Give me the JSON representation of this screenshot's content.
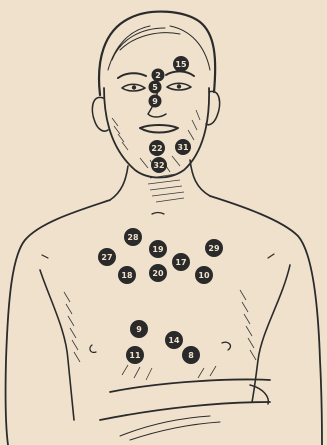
{
  "illustration": {
    "colors": {
      "paper": "#efe1cc",
      "ink": "#2b2b2b",
      "marker": "#2a2a2a"
    },
    "points": [
      {
        "label": "15"
      },
      {
        "label": "2"
      },
      {
        "label": "5"
      },
      {
        "label": "9"
      },
      {
        "label": "22"
      },
      {
        "label": "31"
      },
      {
        "label": "32"
      },
      {
        "label": "28"
      },
      {
        "label": "19"
      },
      {
        "label": "29"
      },
      {
        "label": "27"
      },
      {
        "label": "17"
      },
      {
        "label": "18"
      },
      {
        "label": "20"
      },
      {
        "label": "10"
      },
      {
        "label": "9"
      },
      {
        "label": "14"
      },
      {
        "label": "11"
      },
      {
        "label": "8"
      }
    ]
  }
}
